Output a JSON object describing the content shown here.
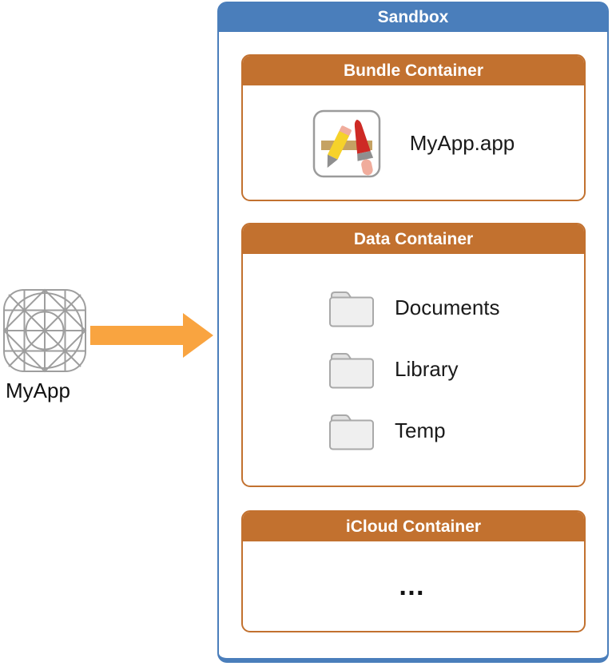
{
  "colors": {
    "sandbox-blue": "#4A7EBB",
    "container-orange": "#C2712F",
    "arrow-orange": "#F9A440",
    "wireframe-gray": "#9E9E9E"
  },
  "app": {
    "label": "MyApp",
    "icon": "app-wireframe-icon"
  },
  "sandbox": {
    "title": "Sandbox",
    "bundle_container": {
      "title": "Bundle Container",
      "app_bundle": {
        "icon": "app-store-icon",
        "label": "MyApp.app"
      }
    },
    "data_container": {
      "title": "Data Container",
      "folders": [
        {
          "icon": "folder-icon",
          "label": "Documents"
        },
        {
          "icon": "folder-icon",
          "label": "Library"
        },
        {
          "icon": "folder-icon",
          "label": "Temp"
        }
      ]
    },
    "icloud_container": {
      "title": "iCloud Container",
      "ellipsis": "…"
    }
  }
}
